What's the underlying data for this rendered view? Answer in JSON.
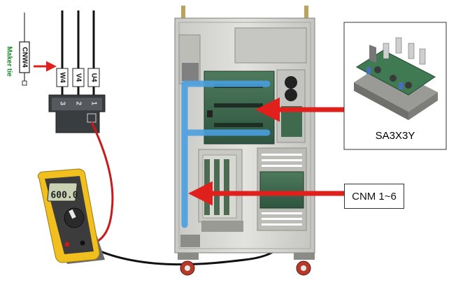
{
  "marker": {
    "tag_text": "CNW4",
    "maker_text": "Maker tie"
  },
  "connector": {
    "wire_tags": [
      "W4",
      "V4",
      "U4"
    ],
    "pin_numbers": [
      "3",
      "2",
      "1"
    ]
  },
  "multimeter": {
    "reading": "600.0"
  },
  "callouts": {
    "board_caption": "SA3X3Y",
    "connector_label": "CNM 1~6"
  },
  "colors": {
    "arrow_red": "#e0201c",
    "cable_blue": "#4a9fe0",
    "maker_green": "#1b8a2a",
    "cabinet": "#d8d8d4",
    "pcb_green": "#3f6a4e",
    "meter_yellow": "#f2c01e"
  }
}
